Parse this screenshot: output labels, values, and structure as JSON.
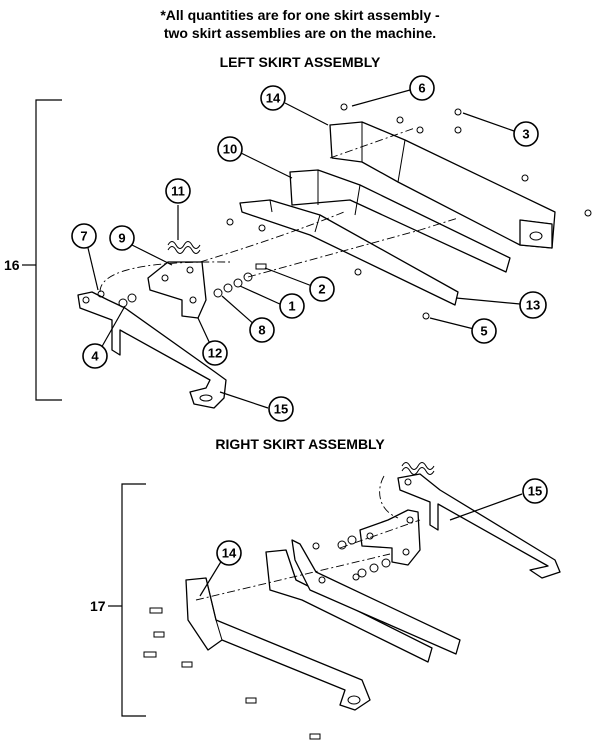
{
  "note": {
    "line1": "*All quantities are for one skirt assembly -",
    "line2": "two skirt assemblies are on the machine."
  },
  "left_assembly": {
    "title": "LEFT SKIRT ASSEMBLY",
    "bracket_label": "16",
    "callouts": [
      "14",
      "6",
      "3",
      "10",
      "11",
      "7",
      "9",
      "16",
      "2",
      "1",
      "13",
      "8",
      "5",
      "4",
      "12",
      "15"
    ]
  },
  "right_assembly": {
    "title": "RIGHT SKIRT ASSEMBLY",
    "bracket_label": "17",
    "callouts": [
      "15",
      "14"
    ]
  }
}
